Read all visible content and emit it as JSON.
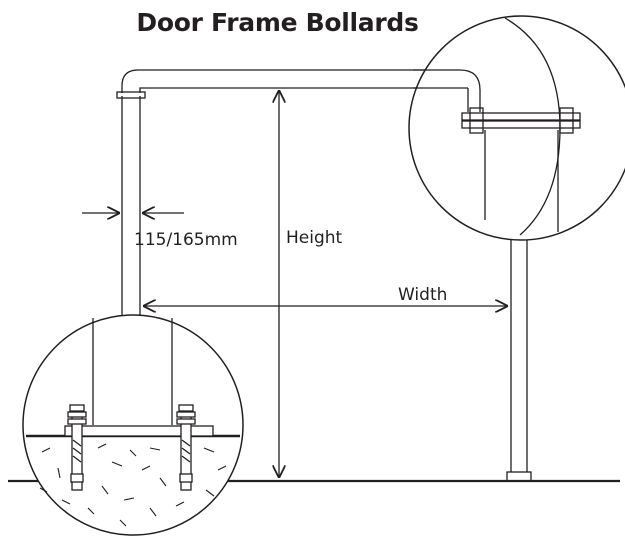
{
  "title": "Door Frame Bollards",
  "labels": {
    "diameter": "115/165mm",
    "height": "Height",
    "width": "Width"
  },
  "colors": {
    "line": "#231f20",
    "background": "#ffffff"
  }
}
